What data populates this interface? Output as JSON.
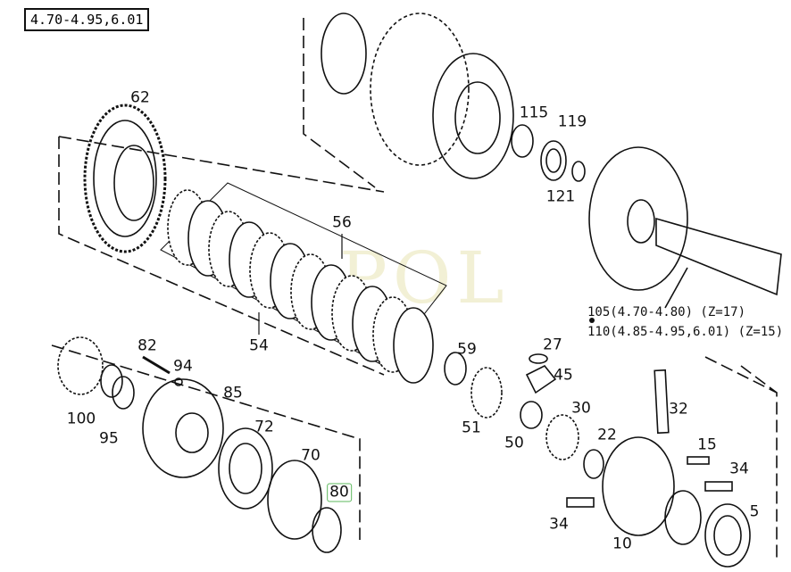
{
  "diagram_title": "4.70-4.95,6.01",
  "watermark": "POL",
  "parts": {
    "p62": "62",
    "p56": "56",
    "p54": "54",
    "p115": "115",
    "p119": "119",
    "p121": "121",
    "p59": "59",
    "p27": "27",
    "p45": "45",
    "p30": "30",
    "p51": "51",
    "p50": "50",
    "p22": "22",
    "p32": "32",
    "p15": "15",
    "p34a": "34",
    "p34b": "34",
    "p10": "10",
    "p5": "5",
    "p82": "82",
    "p94": "94",
    "p85": "85",
    "p72": "72",
    "p70": "70",
    "p80": "80",
    "p100": "100",
    "p95": "95"
  },
  "highlighted_part": "80",
  "notes": [
    "105(4.70-4.80) (Z=17)",
    "110(4.85-4.95,6.01) (Z=15)"
  ],
  "colors": {
    "highlight": "#5cb85c",
    "line": "#111111"
  }
}
